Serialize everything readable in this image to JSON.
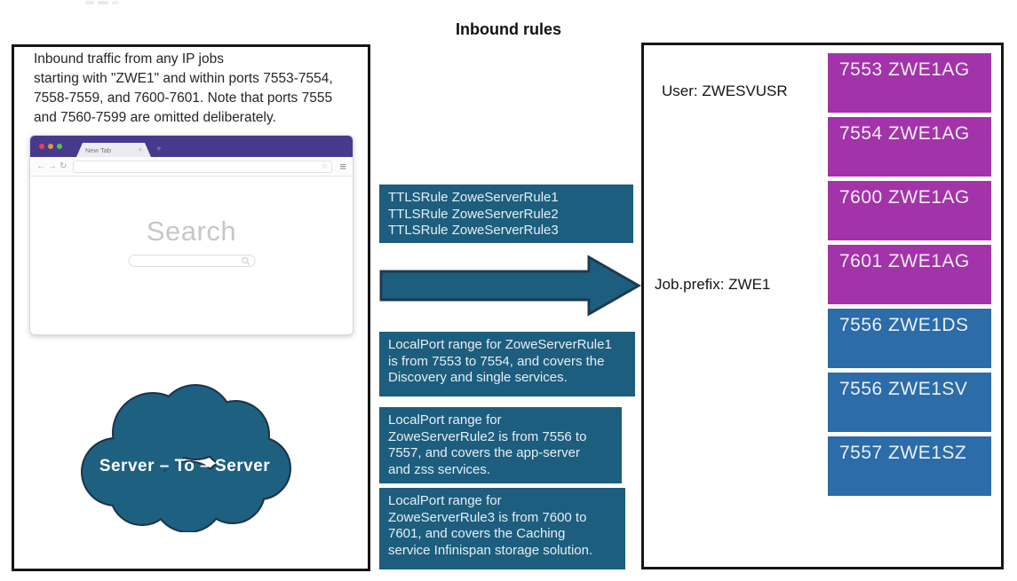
{
  "title": "Inbound rules",
  "left_panel": {
    "description": "Inbound traffic from any IP jobs\nstarting with \"ZWE1\" and within ports 7553-7554,\n7558-7559, and 7600-7601. Note that ports 7555\nand 7560-7599 are omitted deliberately.",
    "browser": {
      "tab_label": "New Tab",
      "tab_close_label": "×",
      "new_tab_label": "+",
      "back_icon": "←",
      "forward_icon": "→",
      "reload_icon": "↻",
      "address_value": "",
      "bookmark_star": "☆",
      "menu_glyph": "≡",
      "page_heading": "Search"
    },
    "cloud_label": "Server – To – Server"
  },
  "middle": {
    "ttls_rules": "TTLSRule ZoweServerRule1\nTTLSRule ZoweServerRule2\nTTLSRule ZoweServerRule3",
    "local_port_rules": [
      "LocalPort range for ZoweServerRule1\nis from 7553 to 7554, and covers the\nDiscovery and single services.",
      "LocalPort range for\nZoweServerRule2 is from 7556 to\n7557, and covers the app-server\nand zss services.",
      "LocalPort range for\nZoweServerRule3 is from 7600 to\n7601, and covers the Caching\nservice Infinispan storage solution."
    ]
  },
  "right_panel": {
    "user_label": "User: ZWESVUSR",
    "job_prefix_label": "Job.prefix: ZWE1",
    "ports": [
      {
        "label": "7553 ZWE1AG",
        "color": "#a233a8"
      },
      {
        "label": "7554 ZWE1AG",
        "color": "#a233a8"
      },
      {
        "label": "7600 ZWE1AG",
        "color": "#a233a8"
      },
      {
        "label": "7601 ZWE1AG",
        "color": "#a233a8"
      },
      {
        "label": "7556 ZWE1DS",
        "color": "#2b6ca9"
      },
      {
        "label": "7556 ZWE1SV",
        "color": "#2b6ca9"
      },
      {
        "label": "7557 ZWE1SZ",
        "color": "#2b6ca9"
      }
    ]
  },
  "colors": {
    "teal_box": "#1d5e7e",
    "teal_outline": "#1b3a52",
    "magenta_port": "#a233a8",
    "blue_port": "#2b6ca9",
    "browser_purple": "#473a8e",
    "cloud_fill": "#1e6080",
    "cloud_outline": "#1b3347"
  }
}
